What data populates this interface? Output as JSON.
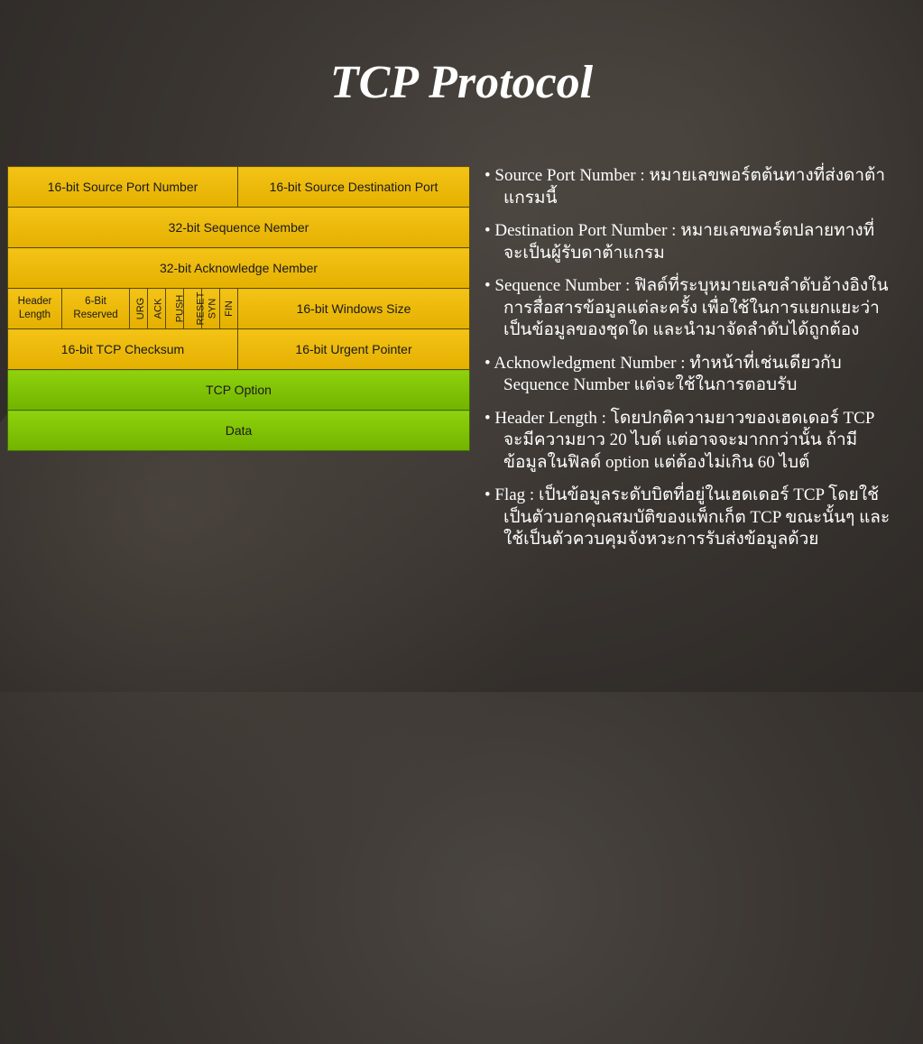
{
  "title": "TCP Protocol",
  "header_table": {
    "row1": [
      "16-bit Source Port Number",
      "16-bit Source Destination Port"
    ],
    "row2": "32-bit Sequence Nember",
    "row3": "32-bit Acknowledge Nember",
    "row4": {
      "header_length": "Header Length",
      "reserved": "6-Bit Reserved",
      "flags": [
        "URG",
        "ACK",
        "PUSH",
        "RESET",
        "SYN",
        "FIN"
      ],
      "window_size": "16-bit Windows Size"
    },
    "row5": [
      "16-bit TCP Checksum",
      "16-bit Urgent Pointer"
    ],
    "row6": "TCP Option",
    "row7": "Data",
    "colors": {
      "field": "#f3c316",
      "optional": "#8fd20c"
    }
  },
  "notes": [
    {
      "term": "Source Port Number :",
      "text": "หมายเลขพอร์ตต้นทางที่ส่งดาต้าแกรมนี้"
    },
    {
      "term": "Destination Port Number :",
      "text": "หมายเลขพอร์ตปลายทางที่จะเป็นผู้รับดาต้าแกรม"
    },
    {
      "term": "Sequence Number :",
      "text": "ฟิลด์ที่ระบุหมายเลขลำดับอ้างอิงในการสื่อสารข้อมูลแต่ละครั้ง เพื่อใช้ในการแยกแยะว่าเป็นข้อมูลของชุดใด และนำมาจัดลำดับได้ถูกต้อง"
    },
    {
      "term": "Acknowledgment Number :",
      "text": "ทำหน้าที่เช่นเดียวกับ Sequence Number แต่จะใช้ในการตอบรับ"
    },
    {
      "term": "Header Length :",
      "text": "โดยปกติความยาวของเฮดเดอร์ TCP จะมีความยาว 20 ไบต์ แต่อาจจะมากกว่านั้น ถ้ามีข้อมูลในฟิลด์ option แต่ต้องไม่เกิน 60 ไบต์"
    },
    {
      "term": "Flag :",
      "text": "เป็นข้อมูลระดับบิตที่อยู่ในเฮดเดอร์ TCP โดยใช้เป็นตัวบอกคุณสมบัติของแพ็กเก็ต TCP ขณะนั้นๆ และใช้เป็นตัวควบคุมจังหวะการรับส่งข้อมูลด้วย"
    }
  ]
}
